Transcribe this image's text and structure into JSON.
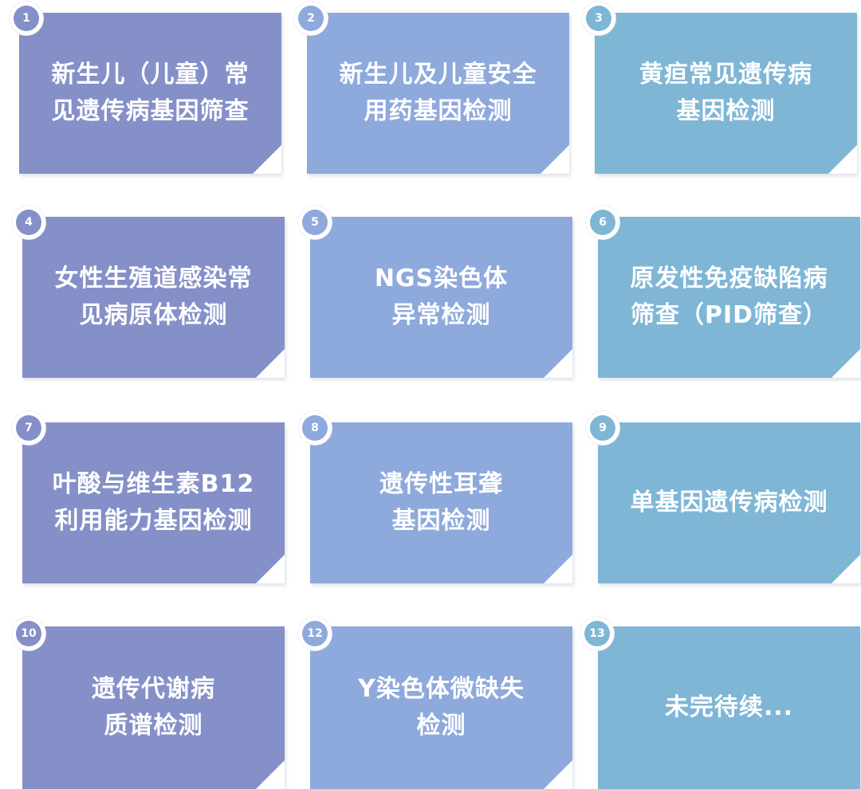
{
  "colors": {
    "col1": "#8590c8",
    "col2": "#8ea9dc",
    "col3": "#7fb6d6",
    "badge_ring": "#ffffff"
  },
  "cards": [
    {
      "number": "1",
      "title": "新生儿（儿童）常\n见遗传病基因筛查"
    },
    {
      "number": "2",
      "title": "新生儿及儿童安全\n用药基因检测"
    },
    {
      "number": "3",
      "title": "黄疸常见遗传病\n基因检测"
    },
    {
      "number": "4",
      "title": "女性生殖道感染常\n见病原体检测"
    },
    {
      "number": "5",
      "title": "NGS染色体\n异常检测"
    },
    {
      "number": "6",
      "title": "原发性免疫缺陷病\n筛查（PID筛查）"
    },
    {
      "number": "7",
      "title": "叶酸与维生素B12\n利用能力基因检测"
    },
    {
      "number": "8",
      "title": "遗传性耳聋\n基因检测"
    },
    {
      "number": "9",
      "title": "单基因遗传病检测"
    },
    {
      "number": "10",
      "title": "遗传代谢病\n质谱检测"
    },
    {
      "number": "12",
      "title": "Y染色体微缺失\n检测"
    },
    {
      "number": "13",
      "title": "未完待续..."
    }
  ]
}
